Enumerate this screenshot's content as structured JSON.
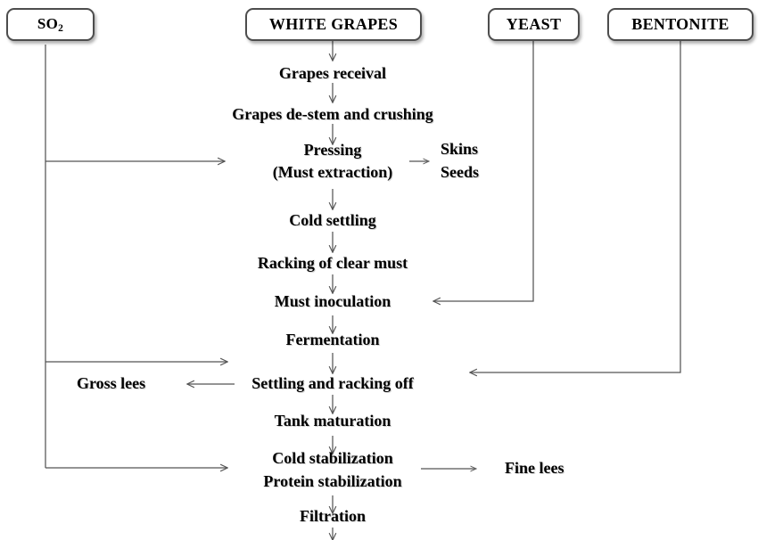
{
  "diagram": {
    "title": "White wine production flow diagram",
    "line_color": "#555555",
    "box_border_color": "#4d4d4d",
    "text_color": "#000000",
    "background": "#ffffff"
  },
  "input_boxes": [
    {
      "id": "so2",
      "label_main": "SO",
      "label_sub": "2",
      "label_full": "SO2"
    },
    {
      "id": "white-grapes",
      "label_main": "WHITE GRAPES",
      "label_sub": "",
      "label_full": "WHITE GRAPES"
    },
    {
      "id": "yeast",
      "label_main": "YEAST",
      "label_sub": "",
      "label_full": "YEAST"
    },
    {
      "id": "bentonite",
      "label_main": "BENTONITE",
      "label_sub": "",
      "label_full": "BENTONITE"
    }
  ],
  "process_steps": [
    {
      "id": "grapes-receival",
      "label": "Grapes receival"
    },
    {
      "id": "grapes-de-stem-and-crushing",
      "label": "Grapes de-stem and crushing"
    },
    {
      "id": "pressing",
      "label": "Pressing"
    },
    {
      "id": "must-extraction",
      "label": "(Must extraction)"
    },
    {
      "id": "cold-settling",
      "label": "Cold settling"
    },
    {
      "id": "racking-of-clear-must",
      "label": "Racking of clear must"
    },
    {
      "id": "must-inoculation",
      "label": "Must inoculation"
    },
    {
      "id": "fermentation",
      "label": "Fermentation"
    },
    {
      "id": "settling-and-racking-off",
      "label": "Settling and racking off"
    },
    {
      "id": "tank-maturation",
      "label": "Tank maturation"
    },
    {
      "id": "cold-stabilization",
      "label": "Cold stabilization"
    },
    {
      "id": "protein-stabilization",
      "label": "Protein stabilization"
    },
    {
      "id": "filtration",
      "label": "Filtration"
    }
  ],
  "byproducts": [
    {
      "id": "skins",
      "label": "Skins"
    },
    {
      "id": "seeds",
      "label": "Seeds"
    },
    {
      "id": "gross-lees",
      "label": "Gross lees"
    },
    {
      "id": "fine-lees",
      "label": "Fine lees"
    }
  ],
  "connections": [
    {
      "from": "white-grapes",
      "to": "grapes-receival",
      "kind": "down-arrow"
    },
    {
      "from": "grapes-receival",
      "to": "grapes-de-stem-and-crushing",
      "kind": "down-arrow"
    },
    {
      "from": "grapes-de-stem-and-crushing",
      "to": "pressing",
      "kind": "down-arrow"
    },
    {
      "from": "pressing",
      "to": "skins-seeds",
      "kind": "right-arrow"
    },
    {
      "from": "must-extraction",
      "to": "cold-settling",
      "kind": "down-arrow"
    },
    {
      "from": "cold-settling",
      "to": "racking-of-clear-must",
      "kind": "down-arrow"
    },
    {
      "from": "racking-of-clear-must",
      "to": "must-inoculation",
      "kind": "down-arrow"
    },
    {
      "from": "must-inoculation",
      "to": "fermentation",
      "kind": "down-arrow"
    },
    {
      "from": "fermentation",
      "to": "settling-and-racking-off",
      "kind": "down-arrow"
    },
    {
      "from": "settling-and-racking-off",
      "to": "gross-lees",
      "kind": "left-arrow"
    },
    {
      "from": "settling-and-racking-off",
      "to": "tank-maturation",
      "kind": "down-arrow"
    },
    {
      "from": "tank-maturation",
      "to": "cold-stabilization",
      "kind": "down-arrow"
    },
    {
      "from": "protein-stabilization",
      "to": "fine-lees",
      "kind": "right-arrow"
    },
    {
      "from": "protein-stabilization",
      "to": "filtration",
      "kind": "down-arrow"
    },
    {
      "from": "filtration",
      "to": "below",
      "kind": "down-arrow"
    },
    {
      "from": "so2",
      "to": "pressing",
      "kind": "elbow-right-arrow"
    },
    {
      "from": "so2",
      "to": "settling-and-racking-off",
      "kind": "elbow-right-arrow"
    },
    {
      "from": "so2",
      "to": "cold-stabilization",
      "kind": "elbow-right-arrow"
    },
    {
      "from": "yeast",
      "to": "must-inoculation",
      "kind": "elbow-left-arrow"
    },
    {
      "from": "bentonite",
      "to": "settling-and-racking-off",
      "kind": "elbow-left-arrow"
    }
  ]
}
